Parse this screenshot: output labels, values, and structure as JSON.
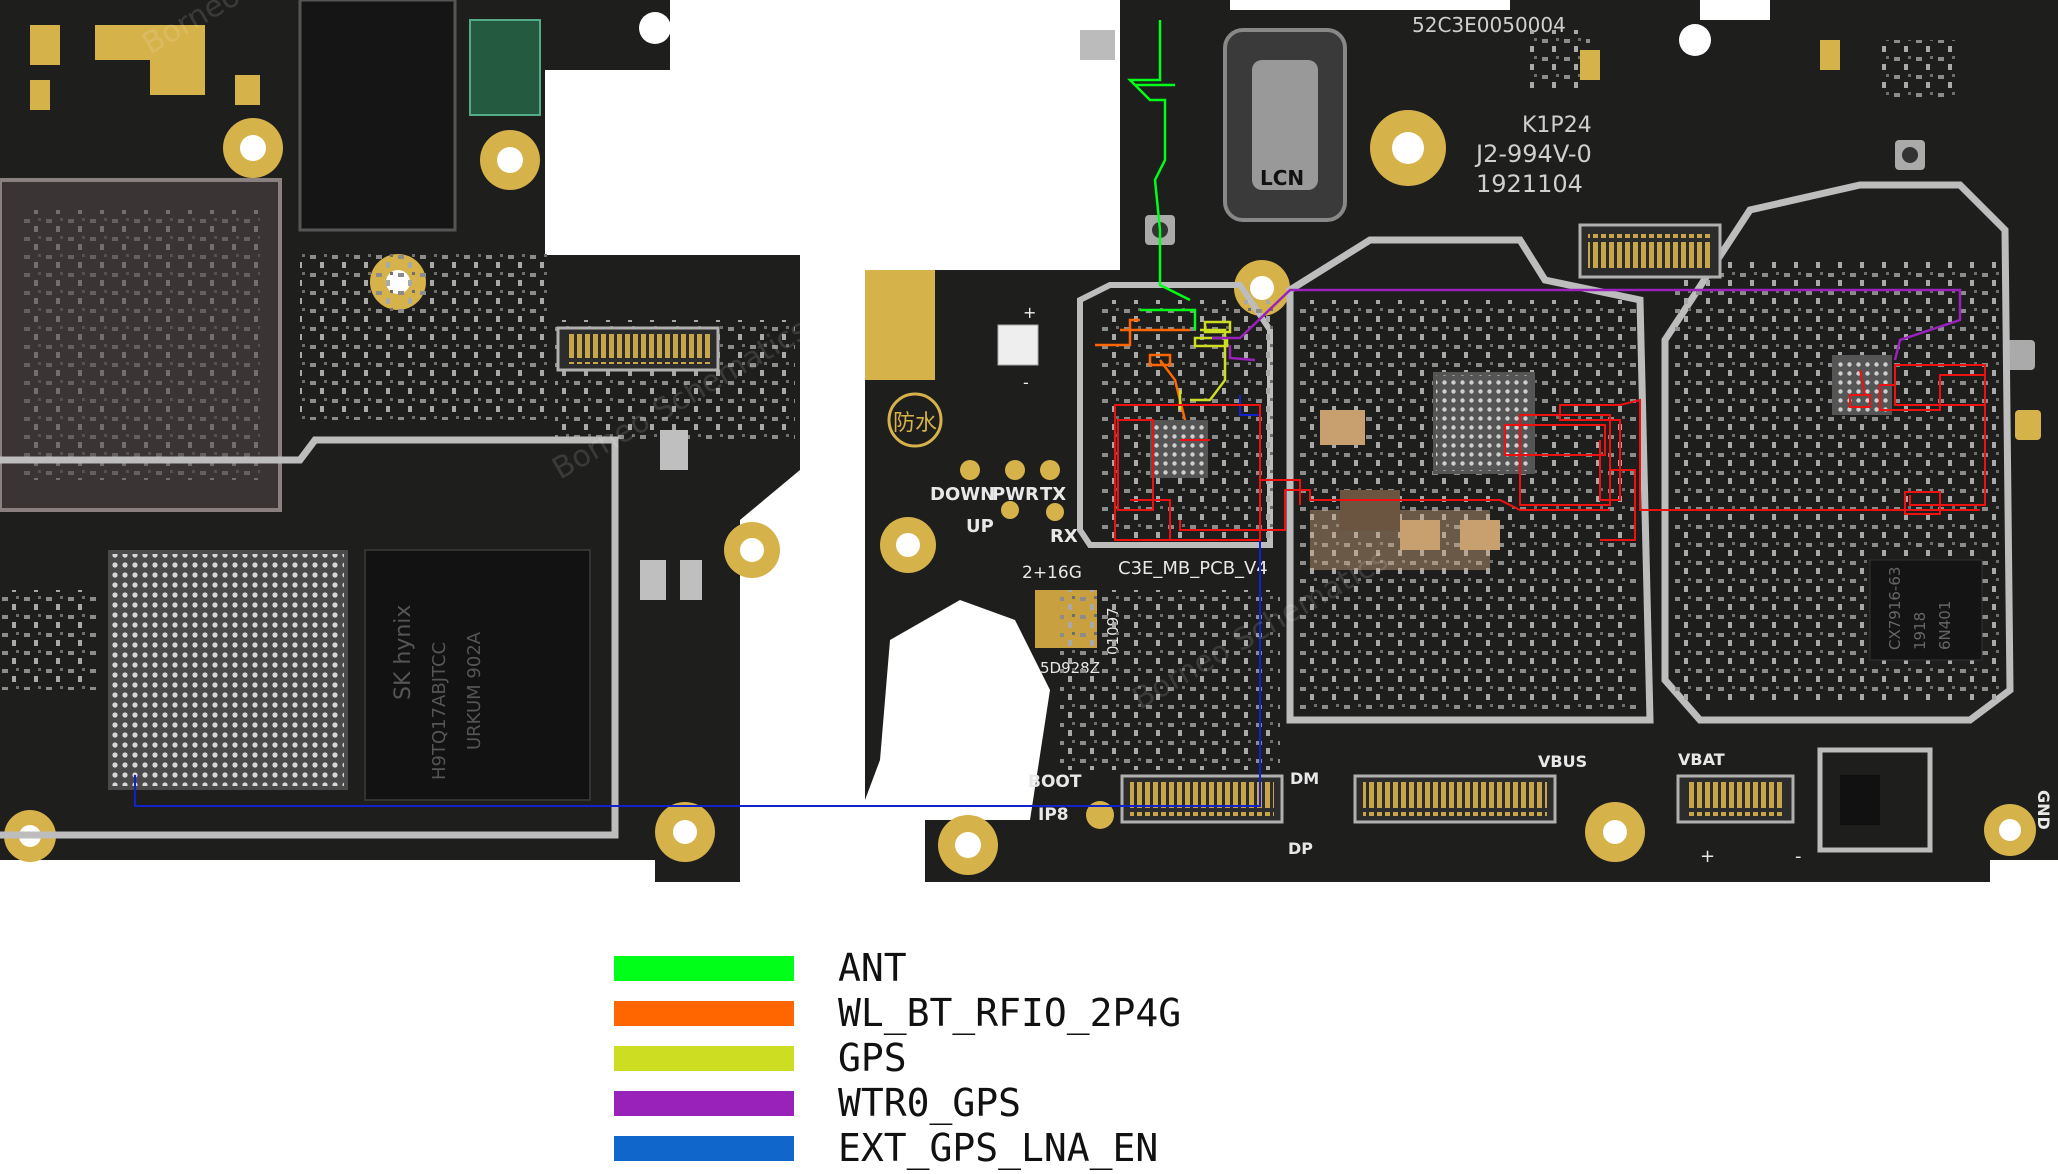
{
  "board": {
    "silkscreen": {
      "serial": "52C3E0050004",
      "part_code": "K1P24",
      "part_number": "J2-994V-0",
      "date_code": "1921104",
      "component_mark": "LCN",
      "waterproof_mark": "防水",
      "down": "DOWN",
      "pwr": "PWR",
      "tx": "TX",
      "up": "UP",
      "rx": "RX",
      "memory": "2+16G",
      "pcb_name": "C3E_MB_PCB_V4",
      "batch": "5D928Z",
      "batch_vertical": "01097",
      "boot": "BOOT",
      "ip8": "IP8",
      "dm": "DM",
      "dp": "DP",
      "vbus": "VBUS",
      "vbat": "VBAT",
      "gnd": "GND",
      "flash_plus": "+",
      "flash_minus": "-",
      "vbat_plus": "+",
      "vbat_minus": "-",
      "mem_chip_brand": "SK hynix",
      "mem_chip_line1": "H9TQ17ABJTCC",
      "mem_chip_line2": "URKUM 902A",
      "pmic_line1": "CX7916-63",
      "pmic_line2": "1918",
      "pmic_line3": "6N401"
    },
    "watermarks": [
      "Borneo Schematics",
      "Borneo Schematics",
      "Borneo Schematics"
    ]
  },
  "legend": {
    "items": [
      {
        "label": "ANT",
        "color": "#00ff18"
      },
      {
        "label": "WL_BT_RFIO_2P4G",
        "color": "#ff6600"
      },
      {
        "label": "GPS",
        "color": "#ccdd22"
      },
      {
        "label": "WTR0_GPS",
        "color": "#9922bb"
      },
      {
        "label": "EXT_GPS_LNA_EN",
        "color": "#1166cc"
      }
    ]
  },
  "colors": {
    "pcb": "#1e1e1d",
    "gold": "#d5b24a",
    "shield": "#bdbdbd",
    "ant": "#00ff18",
    "wl_bt": "#ff6600",
    "gps": "#ccdd22",
    "wtr0_gps": "#9922bb",
    "ext_gps_lna_en": "#1122cc",
    "red_trace": "#ee1111"
  }
}
